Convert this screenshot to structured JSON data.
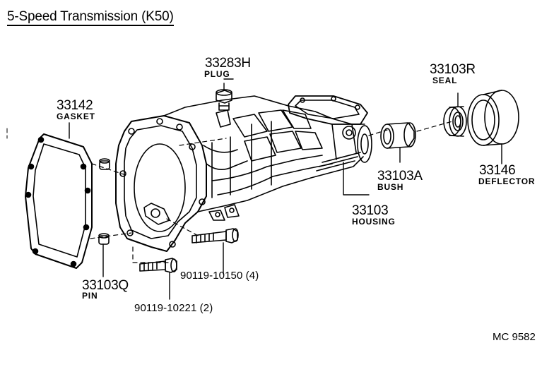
{
  "diagram": {
    "title": "5-Speed Transmission (K50)",
    "code": "MC  9582"
  },
  "parts": {
    "plug": {
      "number": "33283H",
      "name": "PLUG"
    },
    "gasket": {
      "number": "33142",
      "name": "GASKET"
    },
    "seal": {
      "number": "33103R",
      "name": "SEAL"
    },
    "bush": {
      "number": "33103A",
      "name": "BUSH"
    },
    "deflector": {
      "number": "33146",
      "name": "DEFLECTOR"
    },
    "housing": {
      "number": "33103",
      "name": "HOUSING"
    },
    "pin": {
      "number": "33103Q",
      "name": "PIN"
    },
    "bolt_long": {
      "label": "90119-10150 (4)"
    },
    "bolt_short": {
      "label": "90119-10221 (2)"
    }
  },
  "colors": {
    "ink": "#000000",
    "paper": "#ffffff"
  }
}
